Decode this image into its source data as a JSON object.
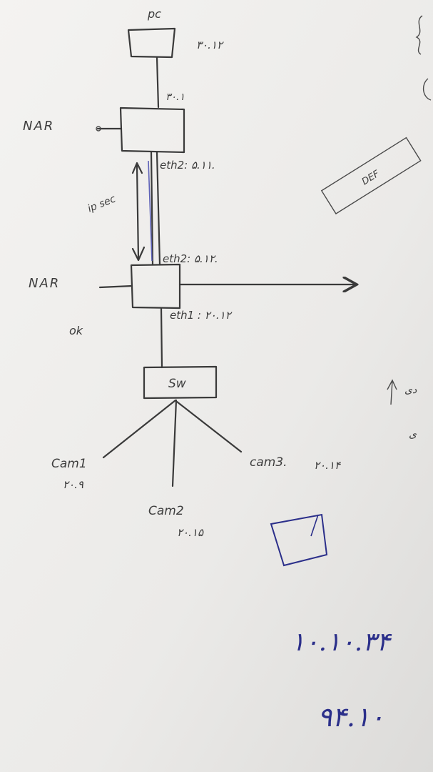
{
  "nodes": {
    "pc": {
      "label": "pc",
      "address": "۳۰.۱۲"
    },
    "nar_top": {
      "label": "NAR",
      "uplink": "۳۰.۱",
      "eth": "eth2: ۵.۱۱."
    },
    "tunnel": {
      "label": "ip sec"
    },
    "nar_bottom": {
      "label": "NAR",
      "eth2": "eth2: ۵.۱۲.",
      "eth1": "eth1 : ۲۰.۱۲"
    },
    "ok_note": "ok",
    "switch": {
      "label": "Sw"
    },
    "cam1": {
      "label": "Cam1",
      "address": "۲۰.۹"
    },
    "cam2": {
      "label": "Cam2",
      "address": "۲۰.۱۵"
    },
    "cam3": {
      "label": "cam3.",
      "address": "۲۰.۱۴"
    }
  },
  "margin_notes": {
    "def_box": "DEF",
    "right_scribble_1": "دی",
    "right_scribble_2": "ی",
    "bottom_line_1": "۱۰.۱۰.۳۴",
    "bottom_line_2": "۹۴.۱۰"
  }
}
